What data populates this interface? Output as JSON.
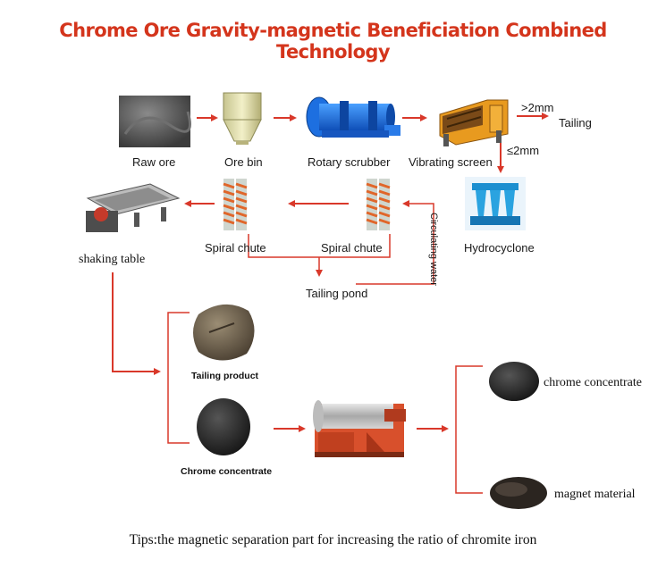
{
  "title": "Chrome Ore Gravity-magnetic Beneficiation Combined Technology",
  "colors": {
    "title": "#d4351c",
    "arrow": "#d9382a"
  },
  "labels": {
    "raw_ore": "Raw ore",
    "ore_bin": "Ore bin",
    "rotary_scrubber": "Rotary scrubber",
    "vibrating_screen": "Vibrating screen",
    "gt_2mm": ">2mm",
    "tailing": "Tailing",
    "le_2mm": "≤2mm",
    "hydrocyclone": "Hydrocyclone",
    "spiral_chute_left": "Spiral chute",
    "spiral_chute_right": "Spiral chute",
    "circulating_water": "Circulating water",
    "tailing_pond": "Tailing pond",
    "shaking_table": "shaking table",
    "tailing_product": "Tailing product",
    "chrome_concentrate_small": "Chrome concentrate",
    "chrome_concentrate_out": "chrome concentrate",
    "magnet_material": "magnet material"
  },
  "tips": "Tips:the magnetic separation part for increasing the ratio of chromite iron"
}
